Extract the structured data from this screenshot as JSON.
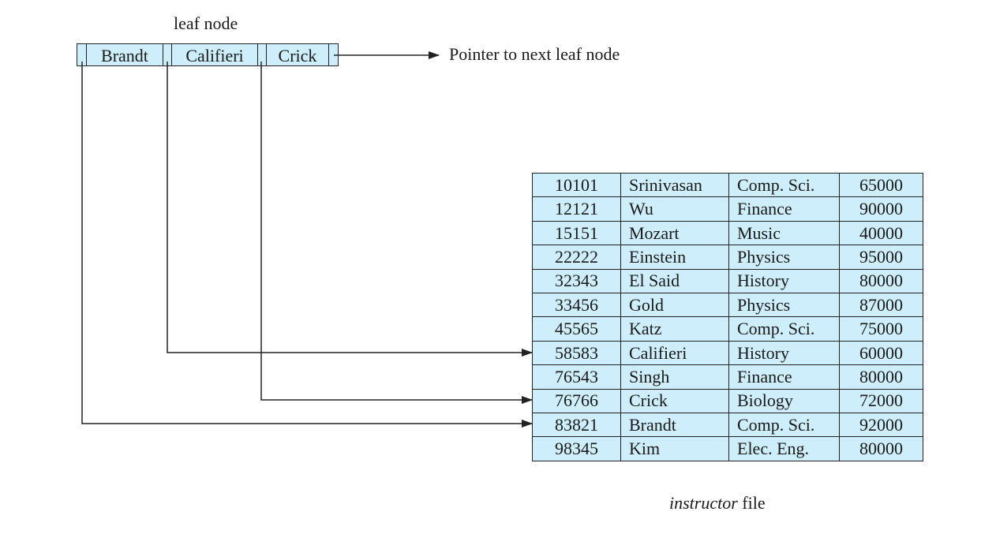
{
  "leaf_node": {
    "title": "leaf node",
    "keys": [
      "Brandt",
      "Califieri",
      "Crick"
    ]
  },
  "next_pointer_label": "Pointer to next leaf node",
  "instructor_file": {
    "caption_italic": "instructor",
    "caption_rest": " file",
    "rows": [
      [
        "10101",
        "Srinivasan",
        "Comp. Sci.",
        "65000"
      ],
      [
        "12121",
        "Wu",
        "Finance",
        "90000"
      ],
      [
        "15151",
        "Mozart",
        "Music",
        "40000"
      ],
      [
        "22222",
        "Einstein",
        "Physics",
        "95000"
      ],
      [
        "32343",
        "El Said",
        "History",
        "80000"
      ],
      [
        "33456",
        "Gold",
        "Physics",
        "87000"
      ],
      [
        "45565",
        "Katz",
        "Comp. Sci.",
        "75000"
      ],
      [
        "58583",
        "Califieri",
        "History",
        "60000"
      ],
      [
        "76543",
        "Singh",
        "Finance",
        "80000"
      ],
      [
        "76766",
        "Crick",
        "Biology",
        "72000"
      ],
      [
        "83821",
        "Brandt",
        "Comp. Sci.",
        "92000"
      ],
      [
        "98345",
        "Kim",
        "Elec. Eng.",
        "80000"
      ]
    ]
  },
  "colors": {
    "fill": "#cdeefa",
    "line": "#222222"
  }
}
